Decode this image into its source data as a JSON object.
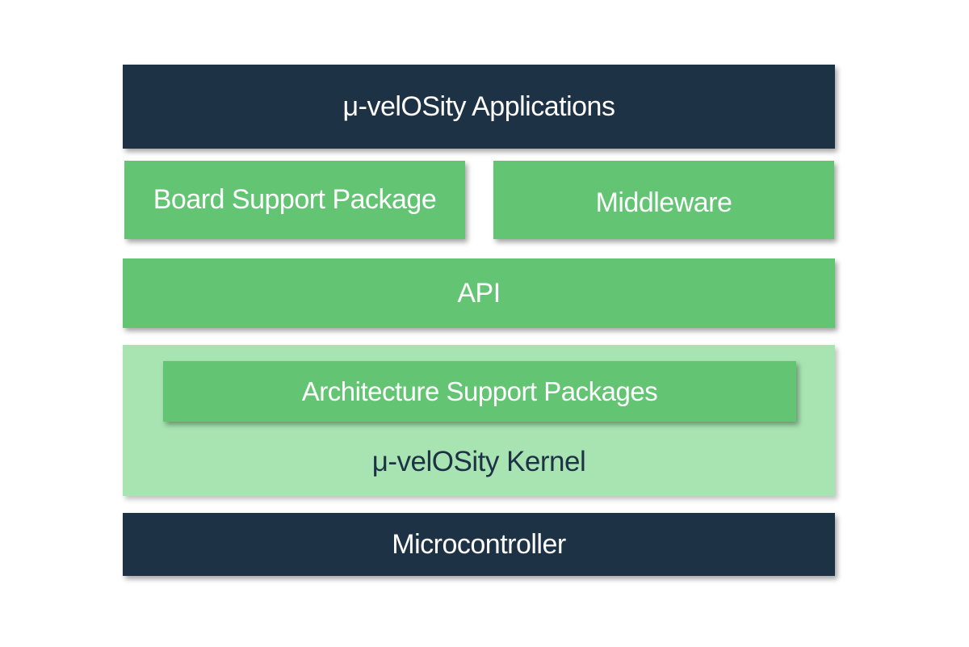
{
  "layers": {
    "applications": "μ-velOSity Applications",
    "board_support_package": "Board Support Package",
    "middleware": "Middleware",
    "api": "API",
    "architecture_support_packages": "Architecture Support Packages",
    "kernel": "μ-velOSity Kernel",
    "microcontroller": "Microcontroller"
  },
  "colors": {
    "dark_navy": "#1e3246",
    "green": "#63c574",
    "light_green": "#a8e4b2"
  }
}
